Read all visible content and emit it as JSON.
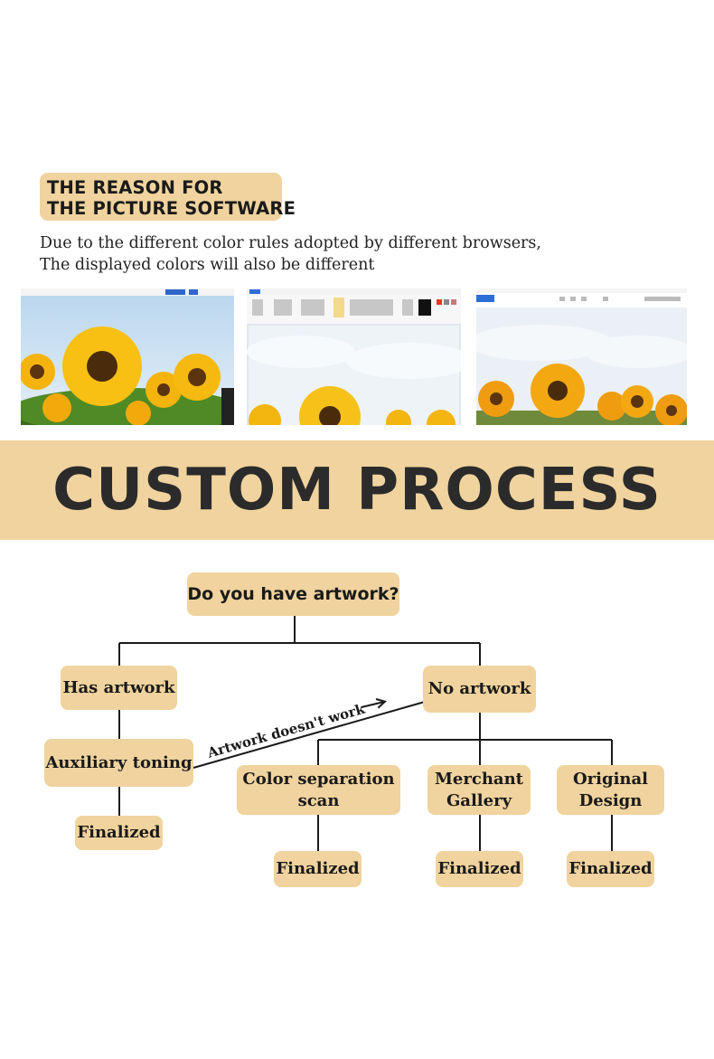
{
  "header": {
    "badge_line1": "THE REASON FOR",
    "badge_line2": "THE PICTURE SOFTWARE",
    "desc_line1": "Due to the different color rules adopted by different browsers,",
    "desc_line2": "The displayed colors will also be different"
  },
  "screenshots": [
    {
      "app": "photo-viewer",
      "sky": "#cfe3f1",
      "flower": "#f6b90f"
    },
    {
      "app": "paint",
      "sky": "#eef3f8",
      "flower": "#f6c21a"
    },
    {
      "app": "photos",
      "sky": "#eaf0f6",
      "flower": "#f3a812"
    }
  ],
  "banner": {
    "title": "CUSTOM PROCESS"
  },
  "flow": {
    "question": "Do you have artwork?",
    "has_artwork": "Has artwork",
    "no_artwork": "No artwork",
    "auxiliary": "Auxiliary toning",
    "arrow_label": "Artwork doesn't work",
    "color_sep_line1": "Color separation",
    "color_sep_line2": "scan",
    "merchant_line1": "Merchant",
    "merchant_line2": "Gallery",
    "original_line1": "Original",
    "original_line2": "Design",
    "finalized": "Finalized"
  },
  "colors": {
    "accent": "#f0d39e",
    "text": "#1a1a1a"
  }
}
